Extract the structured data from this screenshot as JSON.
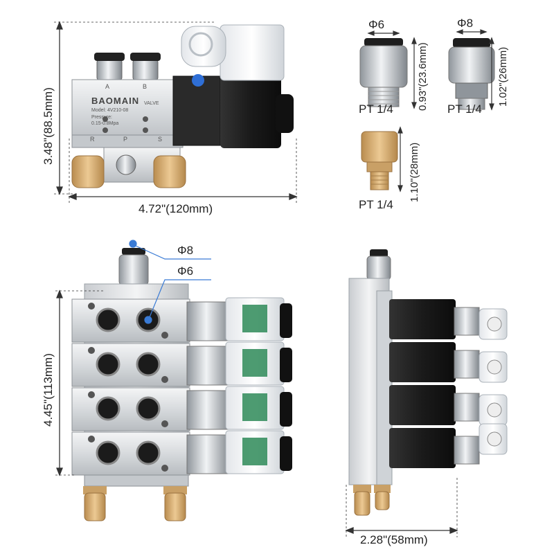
{
  "main_valve": {
    "brand": "BAOMAIN",
    "type_label": "VALVE",
    "model": "Model: 4V210-08",
    "pressure_label": "Pressure:",
    "pressure_range": "0.15-0.8Mpa",
    "port_a": "A",
    "port_b": "B",
    "port_r": "R",
    "port_p": "P",
    "port_s": "S",
    "height_dim": "3.48\"(88.5mm)",
    "width_dim": "4.72\"(120mm)"
  },
  "fittings": [
    {
      "diameter": "Φ6",
      "thread": "PT 1/4",
      "length": "0.93\"(23.6mm)"
    },
    {
      "diameter": "Φ8",
      "thread": "PT 1/4",
      "length": "1.02\"(26mm)"
    },
    {
      "diameter": "",
      "thread": "PT 1/4",
      "length": "1.10\"(28mm)"
    }
  ],
  "manifold_front": {
    "callout_top": "Φ8",
    "callout_port": "Φ6",
    "height_dim": "4.45\"(113mm)"
  },
  "manifold_side": {
    "width_dim": "2.28\"(58mm)"
  },
  "colors": {
    "aluminum": "#d9dcdf",
    "coil": "#1b1b1b",
    "brass": "#d9b27a",
    "callout_blue": "#3a7bd5"
  }
}
